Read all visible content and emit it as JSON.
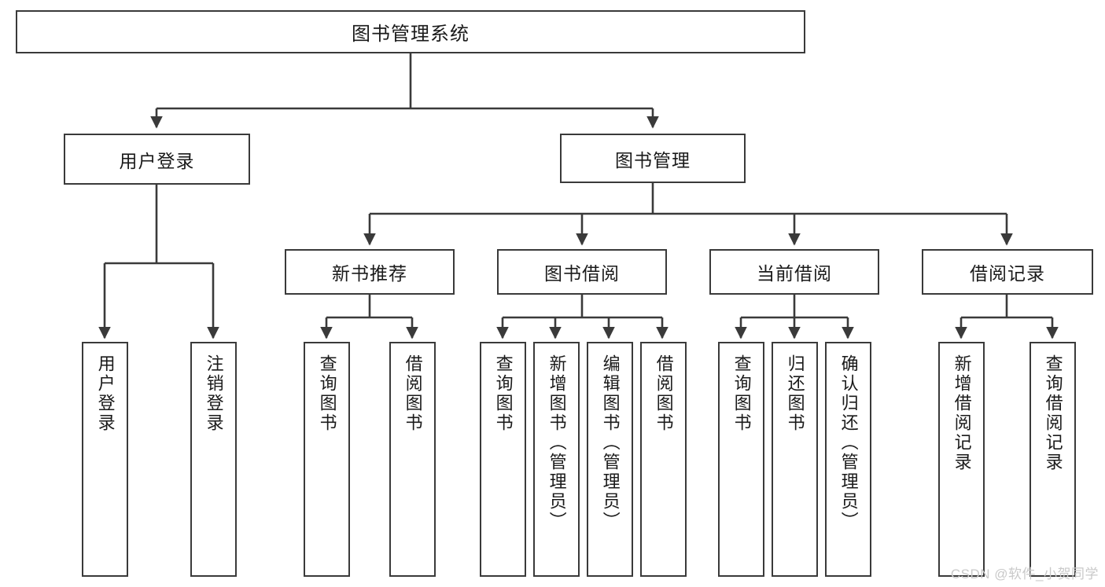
{
  "diagram": {
    "type": "hierarchy-tree",
    "title_node": "图书管理系统",
    "watermark": "CSDN @软件_小贺同学",
    "colors": {
      "box_border": "#3a3a3a",
      "connector": "#3a3a3a",
      "background": "#ffffff",
      "text": "#1a1a1a",
      "watermark": "#c9c9c9"
    },
    "levels": {
      "level1": [
        {
          "id": "root",
          "label": "图书管理系统"
        }
      ],
      "level2": [
        {
          "id": "user-login",
          "label": "用户登录"
        },
        {
          "id": "book-manage",
          "label": "图书管理"
        }
      ],
      "level3": [
        {
          "id": "new-book-rec",
          "label": "新书推荐"
        },
        {
          "id": "book-borrow",
          "label": "图书借阅"
        },
        {
          "id": "current-borrow",
          "label": "当前借阅"
        },
        {
          "id": "borrow-record",
          "label": "借阅记录"
        }
      ],
      "level4": [
        {
          "id": "leaf-user-login",
          "label": "用户登录",
          "parent": "user-login"
        },
        {
          "id": "leaf-logout",
          "label": "注销登录",
          "parent": "user-login"
        },
        {
          "id": "leaf-query-book-1",
          "label": "查询图书",
          "parent": "new-book-rec"
        },
        {
          "id": "leaf-borrow-book-1",
          "label": "借阅图书",
          "parent": "new-book-rec"
        },
        {
          "id": "leaf-query-book-2",
          "label": "查询图书",
          "parent": "book-borrow"
        },
        {
          "id": "leaf-add-book",
          "label": "新增图书（管理员）",
          "parent": "book-borrow"
        },
        {
          "id": "leaf-edit-book",
          "label": "编辑图书（管理员）",
          "parent": "book-borrow"
        },
        {
          "id": "leaf-borrow-book-2",
          "label": "借阅图书",
          "parent": "book-borrow"
        },
        {
          "id": "leaf-query-book-3",
          "label": "查询图书",
          "parent": "current-borrow"
        },
        {
          "id": "leaf-return-book",
          "label": "归还图书",
          "parent": "current-borrow"
        },
        {
          "id": "leaf-confirm-return",
          "label": "确认归还（管理员）",
          "parent": "current-borrow"
        },
        {
          "id": "leaf-add-record",
          "label": "新增借阅记录",
          "parent": "borrow-record"
        },
        {
          "id": "leaf-query-record",
          "label": "查询借阅记录",
          "parent": "borrow-record"
        }
      ]
    }
  }
}
